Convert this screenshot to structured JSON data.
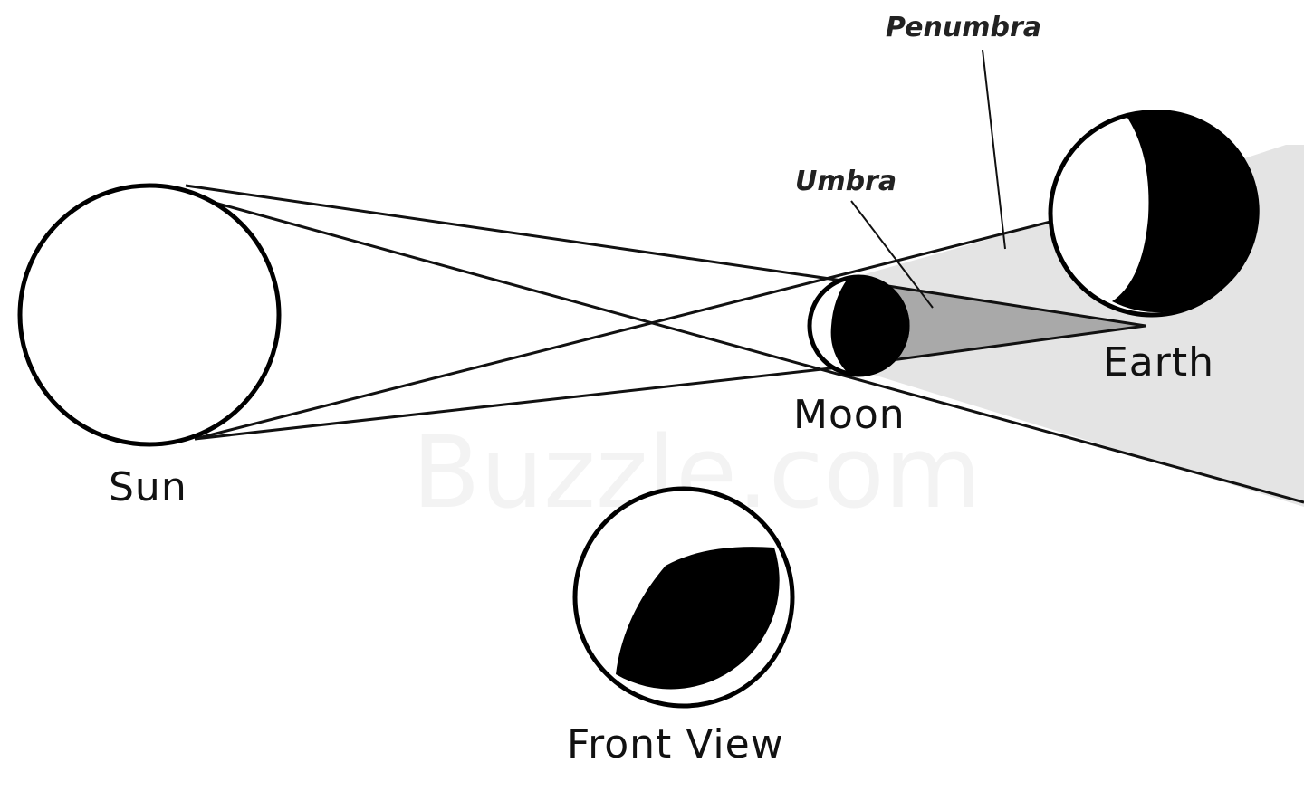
{
  "labels": {
    "sun": "Sun",
    "moon": "Moon",
    "earth": "Earth",
    "umbra": "Umbra",
    "penumbra": "Penumbra",
    "front_view": "Front View"
  },
  "watermark": "Buzzle.com",
  "colors": {
    "background": "#ffffff",
    "penumbra_fill": "#e4e4e4",
    "umbra_fill": "#a9a9a9",
    "outline": "#000000",
    "shadow_side": "#000000"
  }
}
